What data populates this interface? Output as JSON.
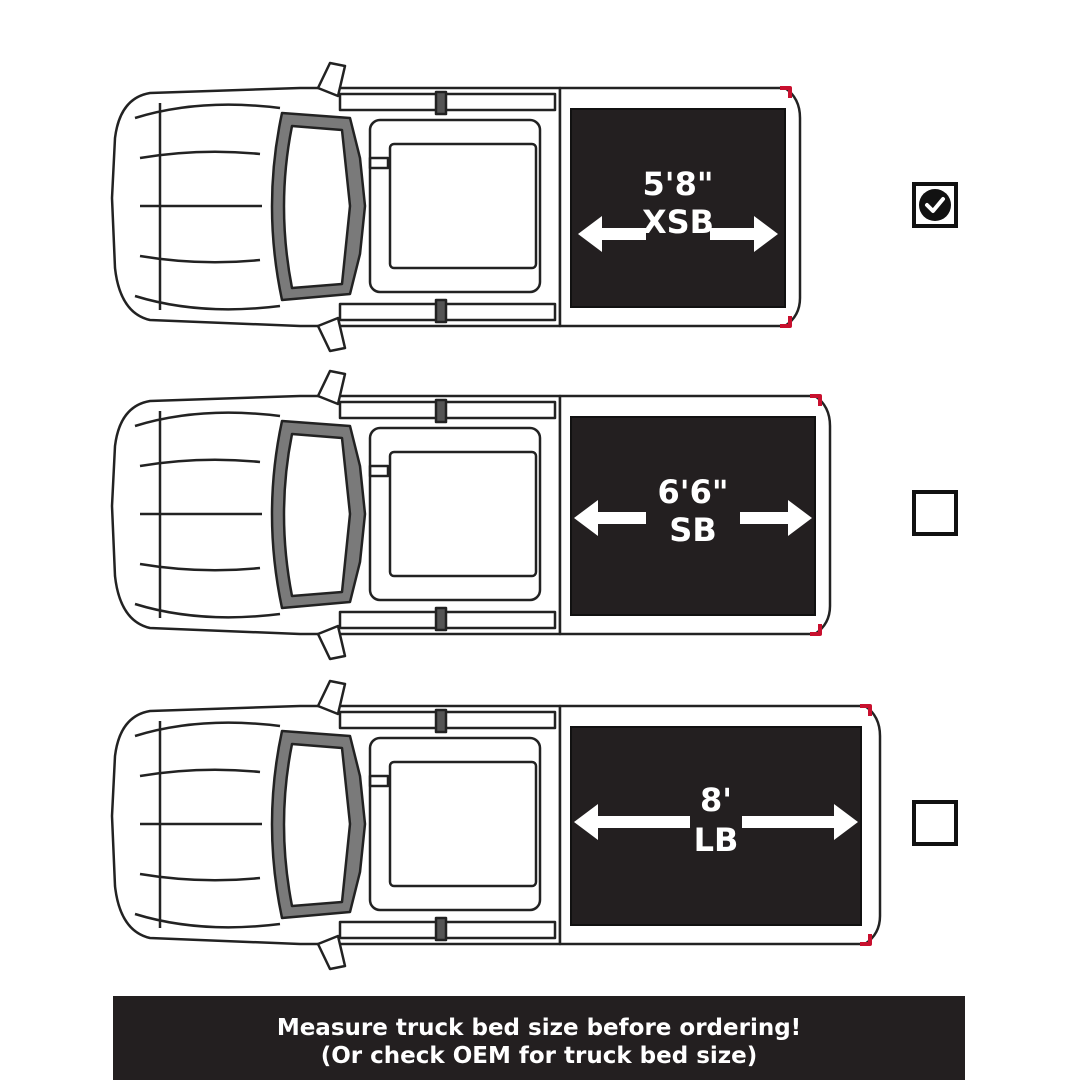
{
  "options": [
    {
      "size": "5'8\"",
      "code": "XSB",
      "checked": true
    },
    {
      "size": "6'6\"",
      "code": "SB",
      "checked": false
    },
    {
      "size": "8'",
      "code": "LB",
      "checked": false
    }
  ],
  "footer": {
    "line1": "Measure truck bed size before ordering!",
    "line2": "(Or check OEM for truck bed size)"
  },
  "colors": {
    "bed": "#231f20",
    "outline": "#222222",
    "accent_red": "#c8102e"
  }
}
